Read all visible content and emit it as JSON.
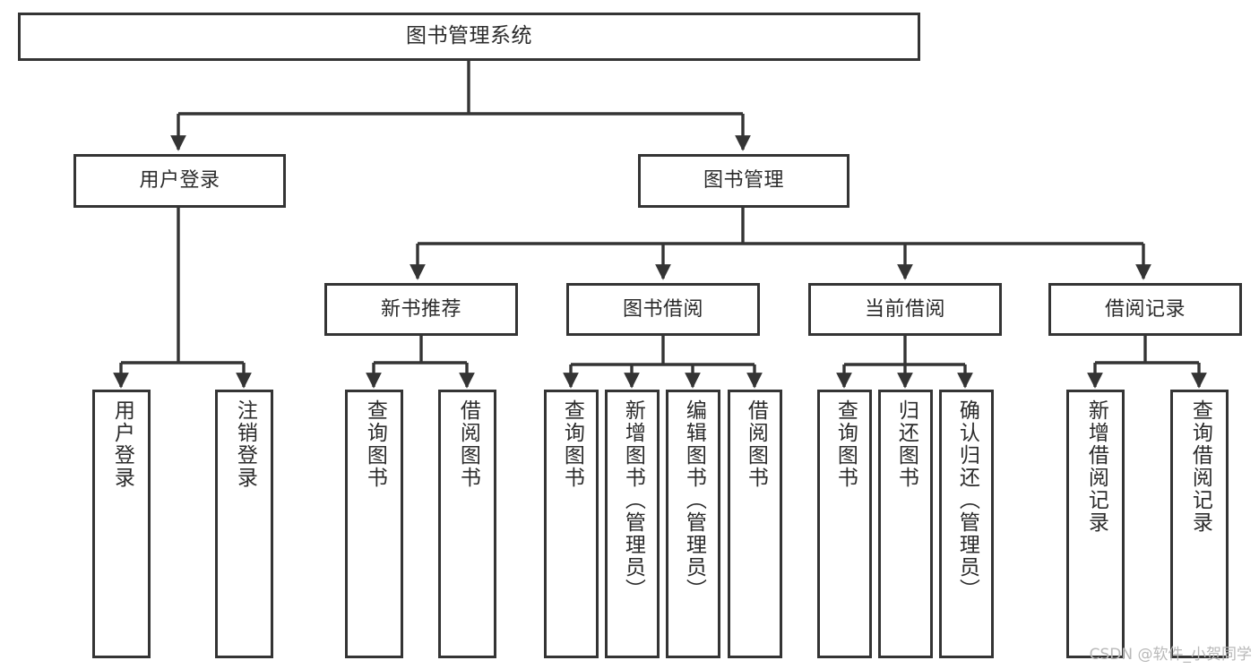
{
  "diagram": {
    "title": "图书管理系统",
    "type": "tree-hierarchy",
    "orientation": "top-down",
    "colors": {
      "box_border": "#343434",
      "box_fill": "#ffffff",
      "edge": "#343434",
      "text": "#2b2b2b",
      "watermark": "#b9b9b9",
      "background": "#ffffff"
    },
    "nodes": {
      "root": {
        "label": "图书管理系统"
      },
      "level2": [
        {
          "id": "user-login",
          "label": "用户登录"
        },
        {
          "id": "book-manage",
          "label": "图书管理"
        }
      ],
      "level3": [
        {
          "id": "new-book-recommend",
          "label": "新书推荐"
        },
        {
          "id": "book-borrow",
          "label": "图书借阅"
        },
        {
          "id": "current-borrow",
          "label": "当前借阅"
        },
        {
          "id": "borrow-record",
          "label": "借阅记录"
        }
      ],
      "leaves": {
        "user-login": [
          {
            "id": "leaf-user-login",
            "label": "用户登录"
          },
          {
            "id": "leaf-logout-login",
            "label": "注销登录"
          }
        ],
        "new-book-recommend": [
          {
            "id": "leaf-query-book-1",
            "label": "查询图书"
          },
          {
            "id": "leaf-borrow-book-1",
            "label": "借阅图书"
          }
        ],
        "book-borrow": [
          {
            "id": "leaf-query-book-2",
            "label": "查询图书"
          },
          {
            "id": "leaf-add-book",
            "label": "新增图书（管理员）"
          },
          {
            "id": "leaf-edit-book",
            "label": "编辑图书（管理员）"
          },
          {
            "id": "leaf-borrow-book-2",
            "label": "借阅图书"
          }
        ],
        "current-borrow": [
          {
            "id": "leaf-query-book-3",
            "label": "查询图书"
          },
          {
            "id": "leaf-return-book",
            "label": "归还图书"
          },
          {
            "id": "leaf-confirm-return",
            "label": "确认归还（管理员）"
          }
        ],
        "borrow-record": [
          {
            "id": "leaf-add-record",
            "label": "新增借阅记录"
          },
          {
            "id": "leaf-query-record",
            "label": "查询借阅记录"
          }
        ]
      }
    },
    "watermark": "CSDN @软件_小贺同学"
  }
}
